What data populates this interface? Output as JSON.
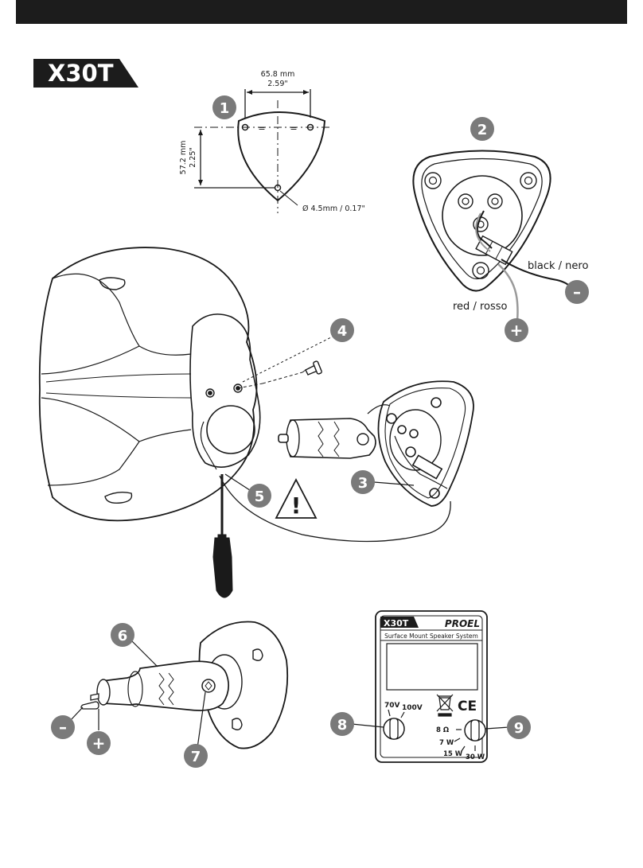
{
  "model": "X30T",
  "colors": {
    "header_bar": "#1c1c1c",
    "badge": "#7a7a7a",
    "ink": "#1a1a1a"
  },
  "step1": {
    "width_mm": "65.8 mm",
    "width_in": "2.59\"",
    "height_mm": "57.2 mm",
    "height_in": "2.25\"",
    "hole": "Ø 4.5mm / 0.17\"",
    "equal": "="
  },
  "wiring": {
    "black_label": "black / nero",
    "red_label": "red / rosso",
    "minus": "–",
    "plus": "+"
  },
  "badges": [
    "1",
    "2",
    "3",
    "4",
    "5",
    "6",
    "7",
    "8",
    "9"
  ],
  "warning_symbol": "!",
  "label_plate": {
    "model": "X30T",
    "brand": "PROEL",
    "subtitle": "Surface Mount Speaker System",
    "ce": "CE",
    "voltage_70": "70V",
    "voltage_100": "100V",
    "tap_8ohm": "8 Ω",
    "tap_7w": "7 W",
    "tap_15w": "15 W",
    "tap_30w": "30 W"
  }
}
